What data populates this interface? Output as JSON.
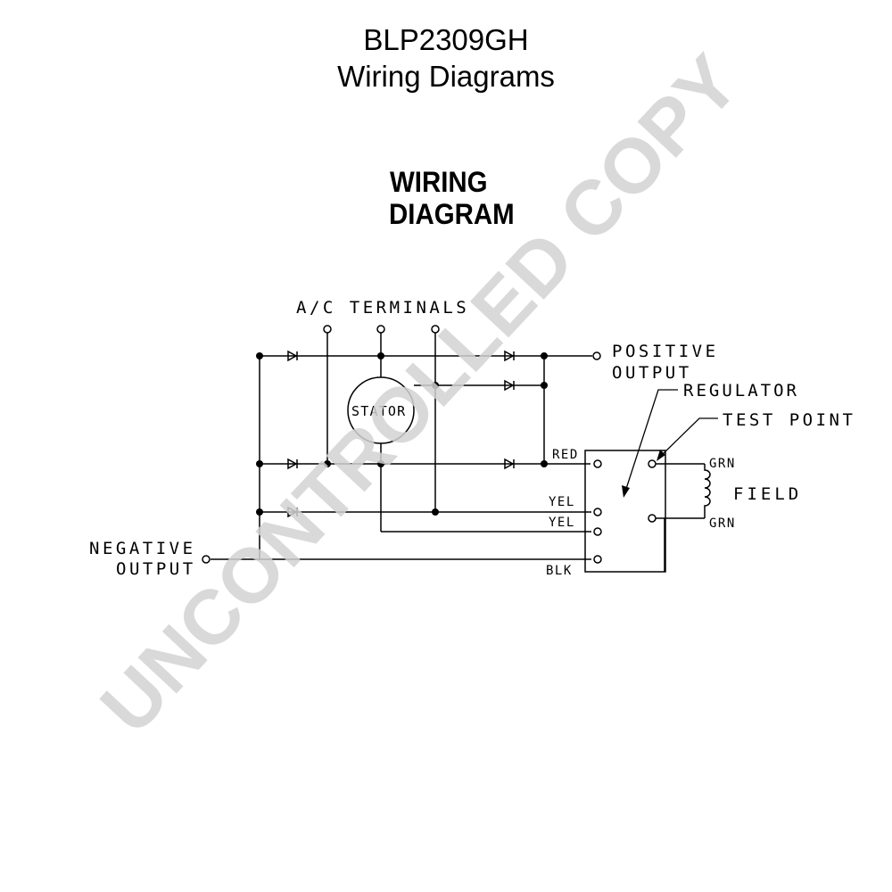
{
  "header": {
    "model": "BLP2309GH",
    "subtitle": "Wiring Diagrams",
    "heading_line1": "WIRING",
    "heading_line2": "DIAGRAM"
  },
  "diagram": {
    "ac_terminals": "A/C TERMINALS",
    "positive_line1": "POSITIVE",
    "positive_line2": "OUTPUT",
    "negative_line1": "NEGATIVE",
    "negative_line2": "OUTPUT",
    "stator": "STATOR",
    "regulator": "REGULATOR",
    "test_point": "TEST POINT",
    "field": "FIELD",
    "wire_red": "RED",
    "wire_yel1": "YEL",
    "wire_yel2": "YEL",
    "wire_blk": "BLK",
    "wire_grn1": "GRN",
    "wire_grn2": "GRN"
  },
  "watermark": "UNCONTROLLED COPY"
}
